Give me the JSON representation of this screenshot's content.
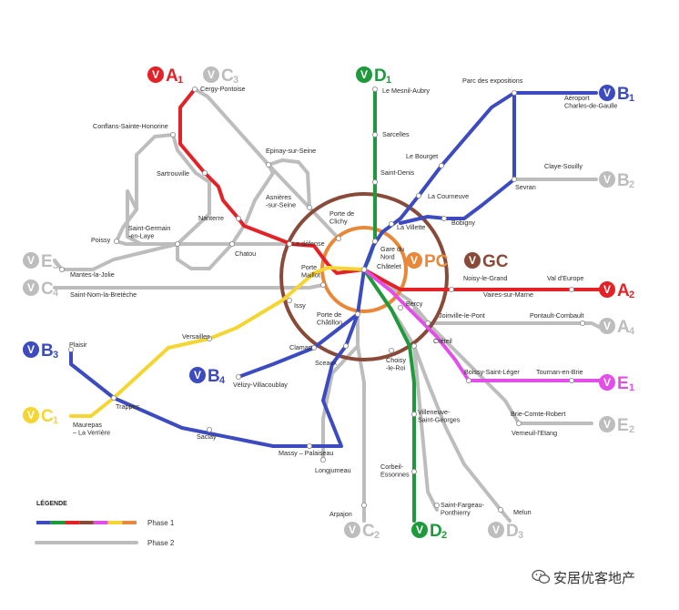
{
  "lines": {
    "A1": {
      "v": "V",
      "name": "A",
      "sub": "1",
      "color": "#e32228"
    },
    "A2": {
      "v": "V",
      "name": "A",
      "sub": "2",
      "color": "#e32228"
    },
    "B1": {
      "v": "V",
      "name": "B",
      "sub": "1",
      "color": "#3c4bbf"
    },
    "B2": {
      "v": "V",
      "name": "B",
      "sub": "2",
      "color": "#bdbdbd"
    },
    "B3": {
      "v": "V",
      "name": "B",
      "sub": "3",
      "color": "#3c4bbf"
    },
    "B4": {
      "v": "V",
      "name": "B",
      "sub": "4",
      "color": "#3c4bbf"
    },
    "C1": {
      "v": "V",
      "name": "C",
      "sub": "1",
      "color": "#f5d531"
    },
    "C2": {
      "v": "V",
      "name": "C",
      "sub": "2",
      "color": "#bdbdbd"
    },
    "C3": {
      "v": "V",
      "name": "C",
      "sub": "3",
      "color": "#bdbdbd"
    },
    "C4": {
      "v": "V",
      "name": "C",
      "sub": "4",
      "color": "#bdbdbd"
    },
    "D1": {
      "v": "V",
      "name": "D",
      "sub": "1",
      "color": "#1e9a3c"
    },
    "D2": {
      "v": "V",
      "name": "D",
      "sub": "2",
      "color": "#1e9a3c"
    },
    "D3": {
      "v": "V",
      "name": "D",
      "sub": "3",
      "color": "#bdbdbd"
    },
    "E1": {
      "v": "V",
      "name": "E",
      "sub": "1",
      "color": "#e44ee8"
    },
    "E2": {
      "v": "V",
      "name": "E",
      "sub": "2",
      "color": "#bdbdbd"
    },
    "E3": {
      "v": "V",
      "name": "E",
      "sub": "3",
      "color": "#bdbdbd"
    },
    "A4": {
      "v": "V",
      "name": "A",
      "sub": "4",
      "color": "#bdbdbd"
    },
    "PC": {
      "v": "V",
      "name": "PC",
      "sub": "",
      "color": "#e8883a"
    },
    "GC": {
      "v": "V",
      "name": "GC",
      "sub": "",
      "color": "#8a4a3a"
    }
  },
  "colors": {
    "red": "#e32228",
    "blue": "#3c4bbf",
    "green": "#1e9a3c",
    "yellow": "#f5d531",
    "magenta": "#e44ee8",
    "grey": "#bdbdbd",
    "orange": "#e8883a",
    "brown": "#8a4a3a"
  },
  "stations": {
    "cergy": "Cergy-Pontoise",
    "conflans": "Conflans-Sainte-Honorine",
    "sartrouville": "Sartrouville",
    "epinay": "Epinay-sur-Seine",
    "asnieres": "Asnières\n-sur-Seine",
    "nanterre": "Nanterre",
    "stgermain": "Saint-Germain\n-en-Laye",
    "poissy": "Poissy",
    "chatou": "Chatou",
    "ladefense": "La défense",
    "mantes": "Mantes-la-Jolie",
    "saintnom": "Saint-Nom-la-Bretèche",
    "portemaillot": "Porte\nMaillot",
    "porteclichy": "Porte de\nClichy",
    "mesnil": "Le Mesnil-Aubry",
    "sarcelles": "Sarcelles",
    "saintdenis": "Saint-Denis",
    "bourget": "Le Bourget",
    "courneuve": "La Courneuve",
    "villette": "La Villette",
    "bobigny": "Bobigny",
    "parcexpo": "Parc des expositions",
    "aeroport": "Aéroport\nCharles-de-Gaulle",
    "claye": "Claye-Souilly",
    "sevran": "Sevran",
    "garedunord": "Gare du\nNord",
    "chatelet": "Châtelet",
    "noisy": "Noisy-le-Grand",
    "valeurope": "Val d'Europe",
    "vaires": "Vaires-sur-Marne",
    "bercy": "Bercy",
    "joinville": "Joinville-le-Pont",
    "pontault": "Pontault-Combault",
    "issy": "Issy",
    "portechatillon": "Porte de\nChâtillon",
    "versailles": "Versailles",
    "clamart": "Clamart",
    "sceaux": "Sceaux",
    "velizy": "Vélizy-Villacoublay",
    "plaisir": "Plaisir",
    "trappes": "Trappes",
    "maurepas": "Maurepas\n– La Verrière",
    "saclay": "Saclay",
    "massy": "Massy – Palaiseau",
    "longjumeau": "Longjumeau",
    "arpajon": "Arpajon",
    "choisy": "Choisy\n-le-Roi",
    "creteil": "Créteil",
    "boissy": "Boissy-Saint-Léger",
    "tournan": "Tournan-en-Brie",
    "briecomte": "Brie-Comte-Robert",
    "verneuil": "Verneuil-l'Etang",
    "villeneuve": "Villeneuve-\nSaint-Georges",
    "corbeil": "Corbeil-\nEssonnes",
    "stfargeau": "Saint-Fargeau-\nPonthierry",
    "melun": "Melun"
  },
  "legend": {
    "title": "LÉGENDE",
    "phase1": "Phase 1",
    "phase2": "Phase 2",
    "phase1_colors": [
      "#3c4bbf",
      "#1e9a3c",
      "#e32228",
      "#8a4a3a",
      "#e44ee8",
      "#f5d531",
      "#e8883a"
    ],
    "phase2_color": "#bdbdbd"
  },
  "watermark": "安居优客地产",
  "watermark_icon": "wechat-icon"
}
